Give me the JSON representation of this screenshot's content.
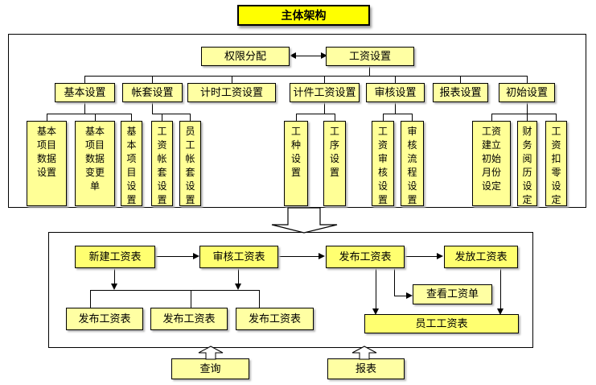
{
  "title": "主体架构",
  "colors": {
    "title_bg": "#ffff00",
    "box_bg": "#ffffa3",
    "detail_box_bg": "#ffff96",
    "flow_box_bg": "#ffff70",
    "border": "#000000",
    "background": "#ffffff"
  },
  "section1": {
    "permission": "权限分配",
    "salary_setup": "工资设置",
    "categories": [
      "基本设置",
      "帐套设置",
      "计时工资设置",
      "计件工资设置",
      "审核设置",
      "报表设置",
      "初始设置"
    ],
    "details": [
      "基本\n项目\n数据\n设置",
      "基本\n项目\n数据\n变更\n单",
      "基\n本\n项\n目\n设\n置",
      "工\n资\n帐\n套\n设\n置",
      "员\n工\n帐\n套\n设\n置",
      "工\n种\n设\n置",
      "工\n序\n设\n置",
      "工\n资\n审\n核\n设\n置",
      "审\n核\n流\n程\n设\n置",
      "工资\n建立\n初始\n月份\n设定",
      "财\n务\n阅\n历\n设\n定",
      "工\n资\n扣\n零\n设\n定"
    ]
  },
  "section2": {
    "flow": [
      "新建工资表",
      "审核工资表",
      "发布工资表",
      "发放工资表"
    ],
    "publish": [
      "发布工资表",
      "发布工资表",
      "发布工资表"
    ],
    "view_payslip": "查看工资单",
    "employee_payroll": "员工工资表"
  },
  "bottom": {
    "query": "查询",
    "report": "报表"
  }
}
